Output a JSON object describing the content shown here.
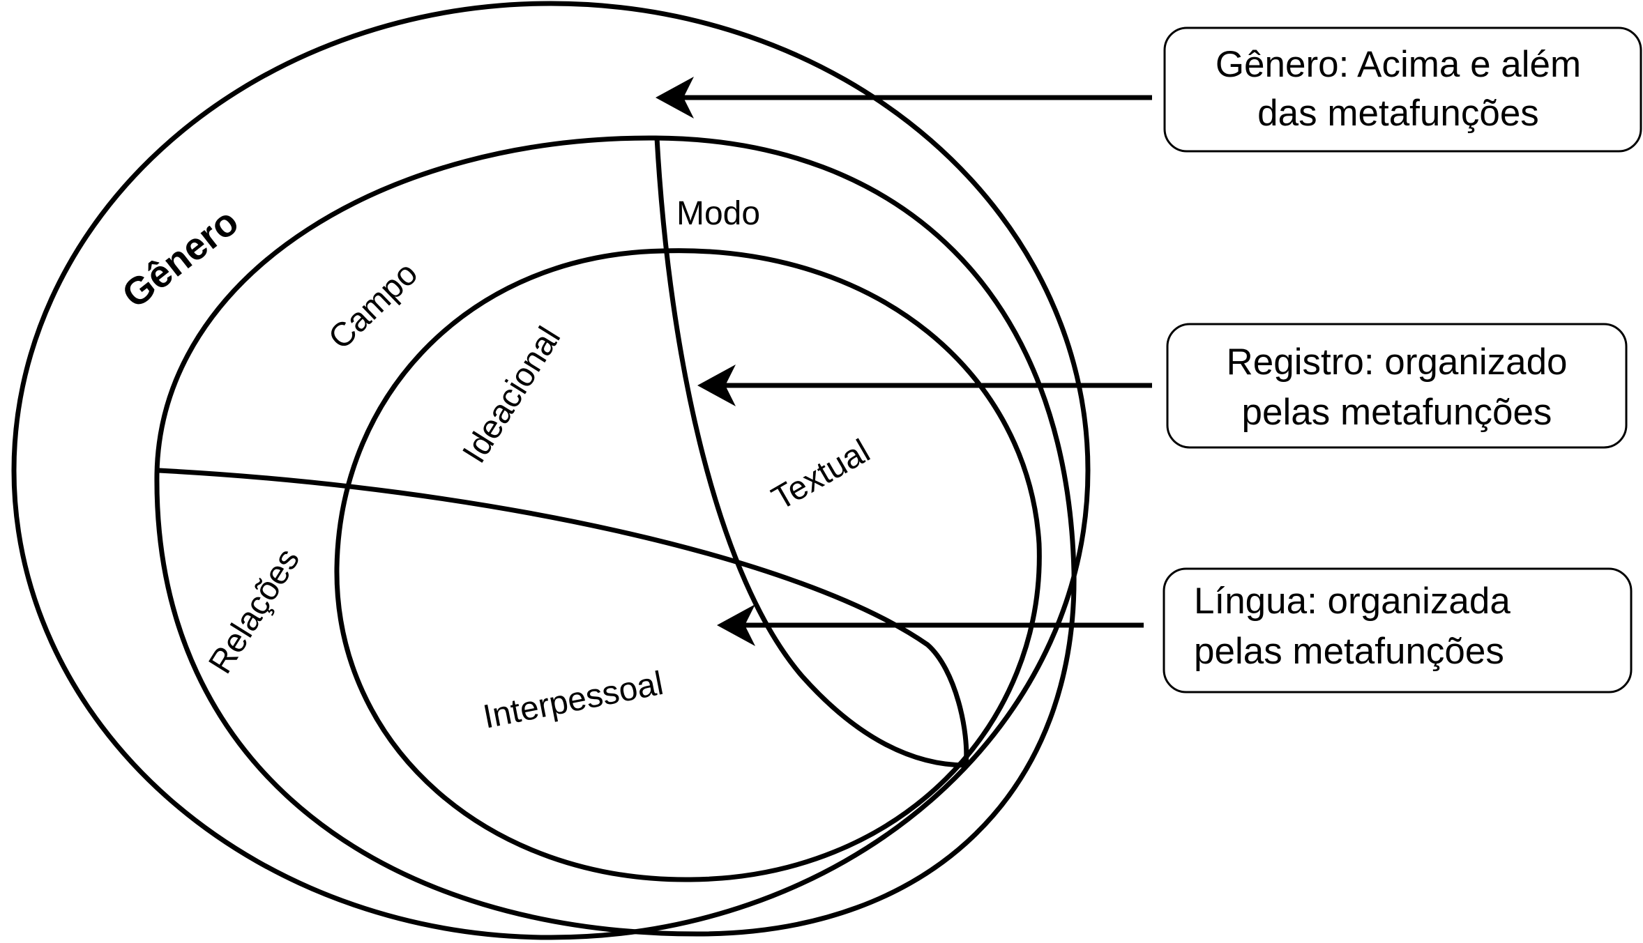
{
  "diagram": {
    "region_labels": {
      "genero": "Gênero",
      "campo": "Campo",
      "modo": "Modo",
      "relacoes": "Relações",
      "ideacional": "Ideacional",
      "textual": "Textual",
      "interpessoal": "Interpessoal"
    },
    "callouts": {
      "genero": {
        "line1": "Gênero: Acima e além",
        "line2": "das metafunções"
      },
      "registro": {
        "line1": "Registro: organizado",
        "line2": "pelas metafunções"
      },
      "lingua": {
        "line1": "Língua: organizada",
        "line2": "pelas metafunções"
      }
    }
  }
}
